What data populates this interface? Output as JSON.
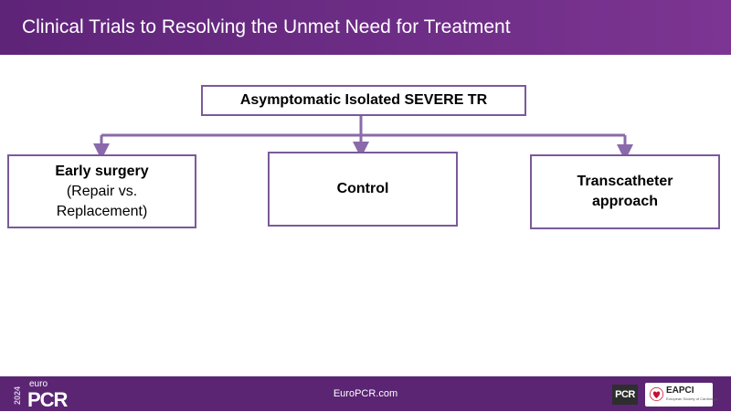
{
  "header": {
    "title": "Clinical Trials to Resolving the Unmet Need for Treatment"
  },
  "diagram": {
    "root": "Asymptomatic Isolated SEVERE TR",
    "branches": [
      {
        "title": "Early surgery",
        "subtitle_line1": "(Repair vs.",
        "subtitle_line2": "Replacement)"
      },
      {
        "title": "Control"
      },
      {
        "title_line1": "Transcatheter",
        "title_line2": "approach"
      }
    ]
  },
  "footer": {
    "url": "EuroPCR.com",
    "logo_year": "2024",
    "logo_euro": "euro",
    "logo_pcr": "PCR",
    "pcr_badge": "PCR",
    "eapci": "EAPCI",
    "eapci_sub": "European Society of Cardiology"
  },
  "colors": {
    "header_bg": "#6f2e88",
    "footer_bg": "#5b2573",
    "box_border": "#7a5a9b",
    "connector": "#8a6aab"
  }
}
